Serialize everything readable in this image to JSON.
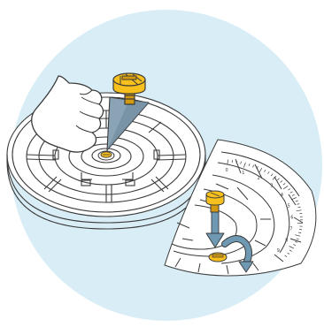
{
  "colors": {
    "background_circle": "#d8edf6",
    "outline": "#3a3a3a",
    "plate_fill": "#ffffff",
    "knob": "#f7c01c",
    "knob_dark": "#d49a10",
    "pointer": "#8aa4b6",
    "pointer_dark": "#6b8799",
    "arrow": "#6f98b3"
  },
  "icons": {
    "hand": "hand-icon",
    "thumbscrew": "thumbscrew-icon",
    "rotate_arrow": "rotate-arrow-icon"
  },
  "dial_ticks": [
    "0",
    "1",
    "2",
    "3",
    "4",
    "5",
    "6",
    "7",
    "8",
    "9"
  ]
}
